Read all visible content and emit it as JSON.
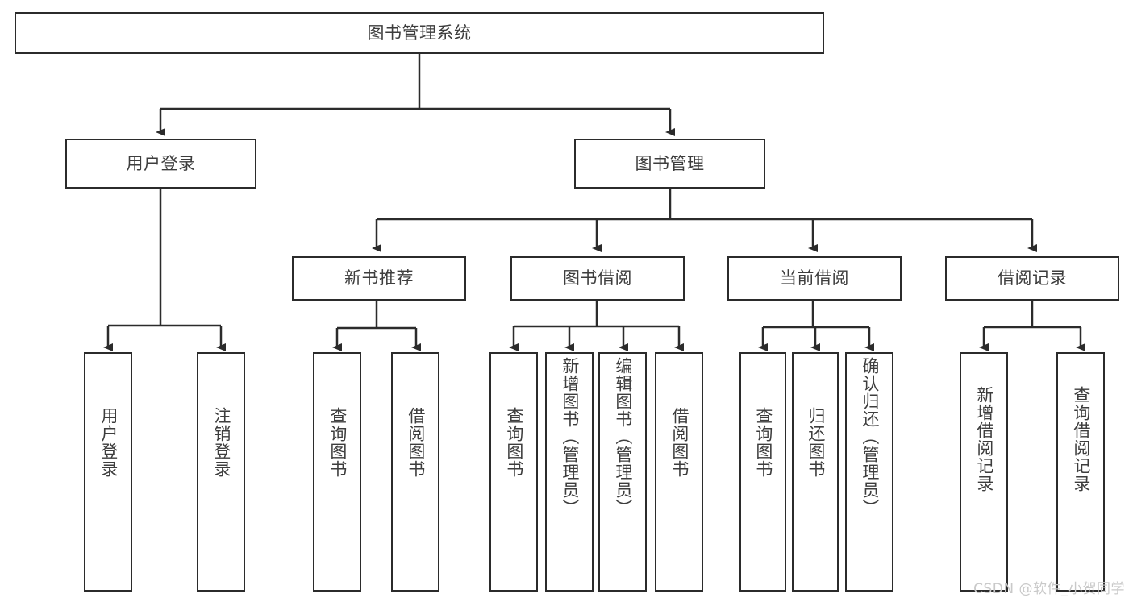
{
  "diagram": {
    "title": "图书管理系统",
    "watermark": "CSDN @软件_小贺同学",
    "line_color": "#2b2b2b",
    "text_color": "#3d3d3d",
    "background": "#ffffff",
    "root": {
      "label": "图书管理系统"
    },
    "level2": [
      {
        "label": "用户登录"
      },
      {
        "label": "图书管理"
      }
    ],
    "level3": [
      {
        "label": "新书推荐"
      },
      {
        "label": "图书借阅"
      },
      {
        "label": "当前借阅"
      },
      {
        "label": "借阅记录"
      }
    ],
    "leaves": {
      "user_login": [
        {
          "label": "用户登录"
        },
        {
          "label": "注销登录"
        }
      ],
      "new_book": [
        {
          "label": "查询图书"
        },
        {
          "label": "借阅图书"
        }
      ],
      "book_borrow": [
        {
          "label": "查询图书"
        },
        {
          "label": "新增图书（管理员）"
        },
        {
          "label": "编辑图书（管理员）"
        },
        {
          "label": "借阅图书"
        }
      ],
      "current_borrow": [
        {
          "label": "查询图书"
        },
        {
          "label": "归还图书"
        },
        {
          "label": "确认归还（管理员）"
        }
      ],
      "borrow_record": [
        {
          "label": "新增借阅记录"
        },
        {
          "label": "查询借阅记录"
        }
      ]
    }
  }
}
